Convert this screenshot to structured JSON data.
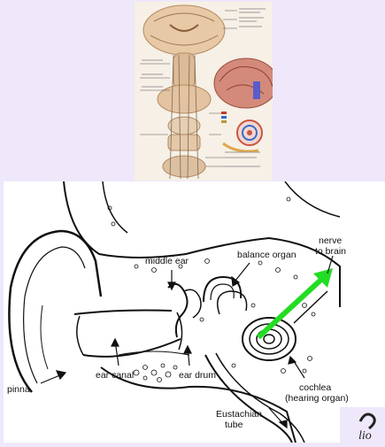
{
  "colors": {
    "page_bg": "#efe7fa",
    "diagram_bg": "#ffffff",
    "arrow_green": "#22dd22",
    "line": "#111111"
  },
  "top_figure": {
    "type": "brain-pathway-illustration"
  },
  "ear_diagram": {
    "labels": {
      "middle_ear": "middle ear",
      "balance_organ": "balance organ",
      "nerve_line1": "nerve",
      "nerve_line2": "to brain",
      "pinna": "pinna",
      "ear_canal": "ear canal",
      "ear_drum": "ear drum",
      "cochlea_line1": "cochlea",
      "cochlea_line2": "(hearing organ)",
      "eustachian_line1": "Eustachian",
      "eustachian_line2": "tube"
    }
  },
  "corner_fragment": {
    "text": "lio"
  }
}
